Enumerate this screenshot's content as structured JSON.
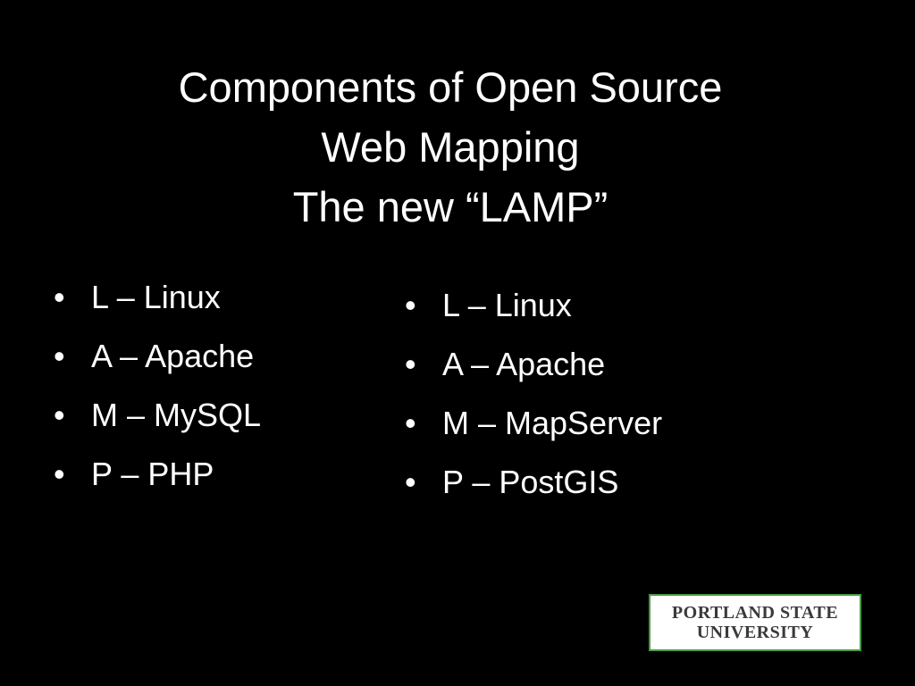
{
  "title": {
    "line1": "Components of Open Source",
    "line2": "Web Mapping",
    "line3": "The new “LAMP”"
  },
  "left_list": [
    {
      "bullet": "•",
      "text": "L – Linux"
    },
    {
      "bullet": "•",
      "text": "A – Apache"
    },
    {
      "bullet": "•",
      "text": "M – MySQL"
    },
    {
      "bullet": "•",
      "text": "P – PHP"
    }
  ],
  "right_list": [
    {
      "bullet": "•",
      "text": "L – Linux"
    },
    {
      "bullet": "•",
      "text": "A – Apache"
    },
    {
      "bullet": "•",
      "text": "M – MapServer"
    },
    {
      "bullet": "•",
      "text": "P – PostGIS"
    }
  ],
  "logo": {
    "line1": "Portland State",
    "line2": "University"
  },
  "colors": {
    "background": "#000000",
    "text": "#ffffff",
    "logo_border": "#4a9a4a"
  }
}
